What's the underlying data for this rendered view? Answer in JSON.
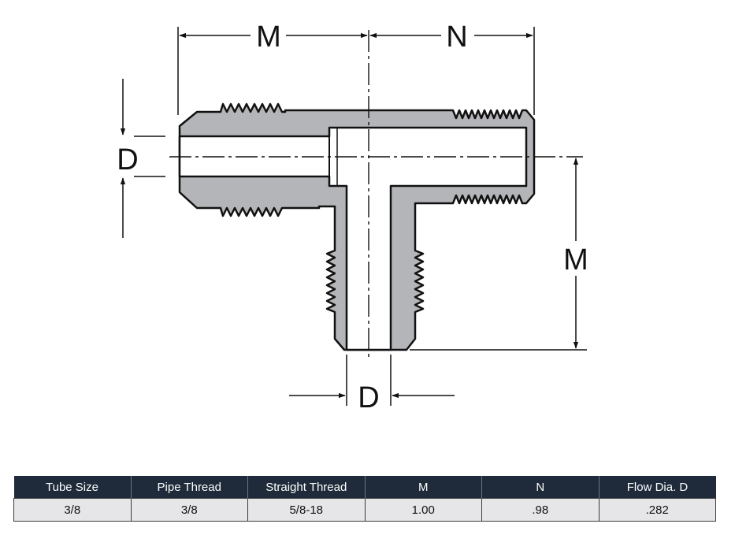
{
  "diagram": {
    "labels": {
      "m_top": "M",
      "n_top": "N",
      "d_left": "D",
      "m_right": "M",
      "d_bottom": "D"
    }
  },
  "table": {
    "headers": [
      "Tube Size",
      "Pipe Thread",
      "Straight Thread",
      "M",
      "N",
      "Flow Dia. D"
    ],
    "rows": [
      [
        "3/8",
        "3/8",
        "5/8-18",
        "1.00",
        ".98",
        ".282"
      ]
    ]
  },
  "colors": {
    "body_fill": "#b3b5b8",
    "outline": "#111111",
    "header_bg": "#1f2b3a",
    "row_bg": "#e6e6e8"
  }
}
